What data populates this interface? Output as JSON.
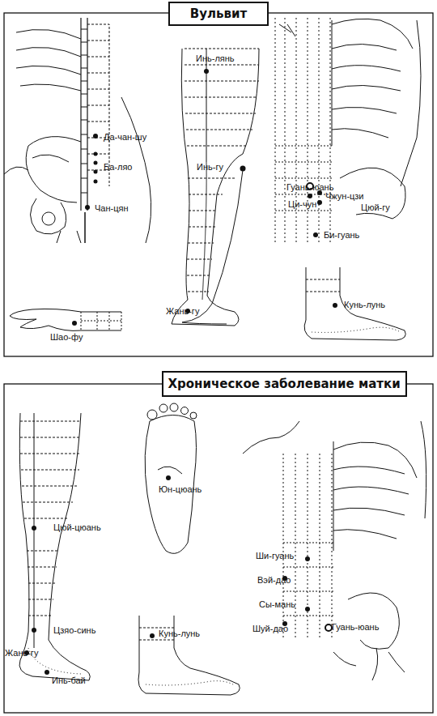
{
  "diagram": {
    "nodes": [
      {
        "text": [
          "Вульвит"
        ]
      },
      {
        "text": [
          "Хроническое заболевание матки"
        ]
      }
    ],
    "labels": [
      "Да-чан-шу",
      "Ба-ляо",
      "Чан-цян",
      "Инь-лянь",
      "Инь-гу",
      "Жань-гу",
      "Шао-фу",
      "Кунь-лунь",
      "Гуань-юань",
      "Чжун-цзи",
      "Ци-чун",
      "Цюй-гу",
      "Би-гуань",
      "Юн-цюань",
      "Цюй-цюань",
      "Цзяо-синь",
      "Жань-гу",
      "Инь-бай",
      "Кунь-лунь",
      "Ши-гуань",
      "Вэй-дао",
      "Сы-мань",
      "Шуй-дао",
      "Гуань-юань"
    ]
  }
}
